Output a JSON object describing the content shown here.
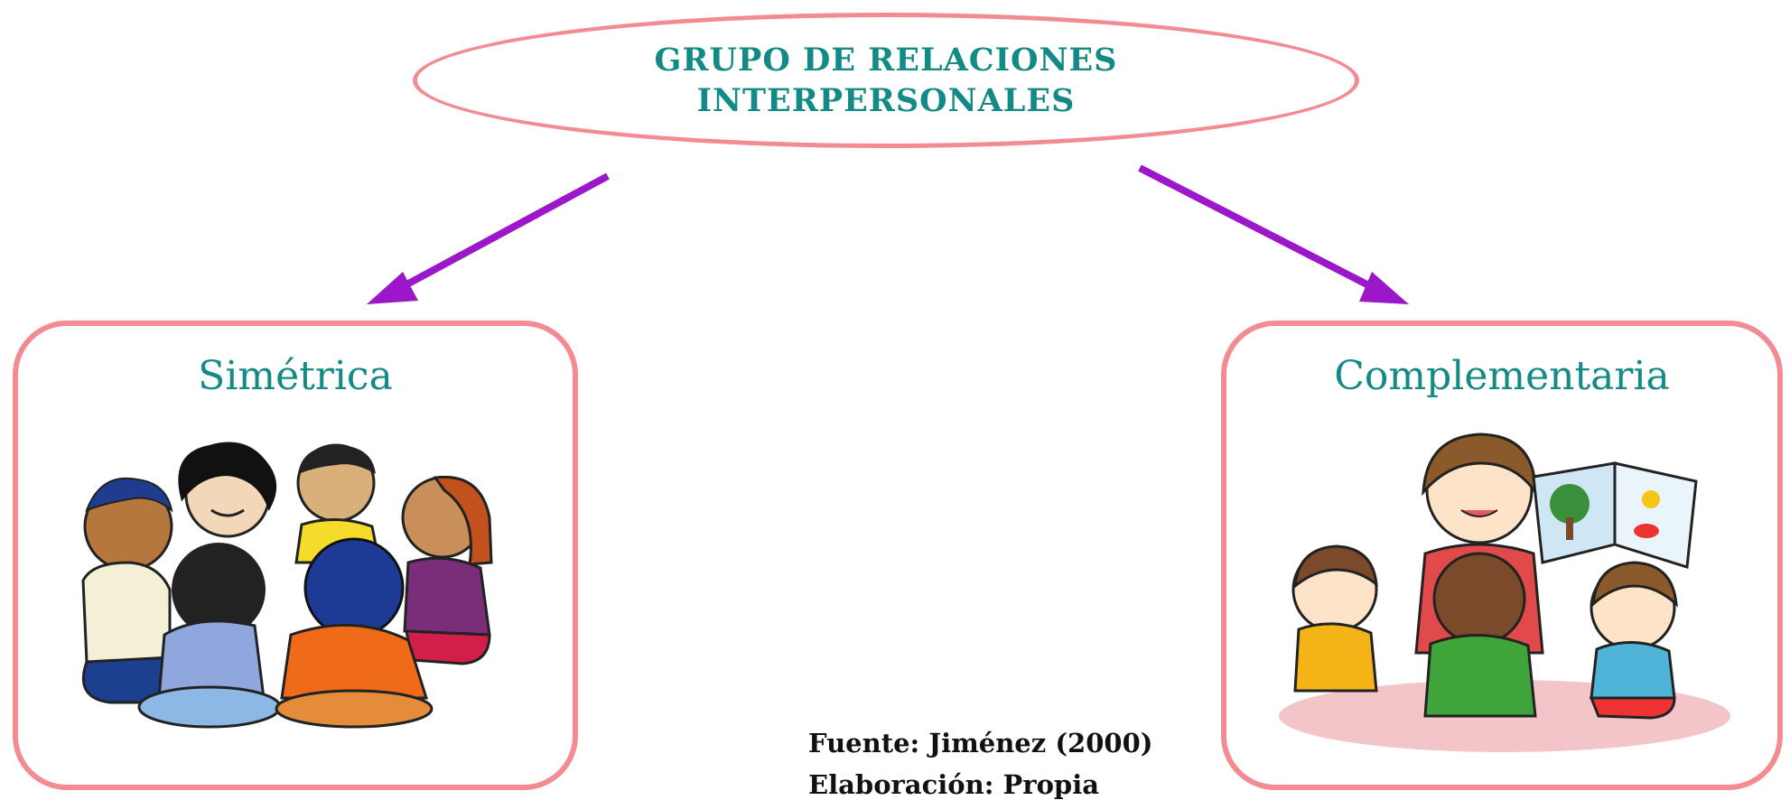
{
  "diagram": {
    "title_line1": "GRUPO DE RELACIONES",
    "title_line2": "INTERPERSONALES",
    "left_box": {
      "label": "Simétrica",
      "image": "children-circle-illustration"
    },
    "right_box": {
      "label": "Complementaria",
      "image": "teacher-reading-to-children-illustration"
    },
    "source": "Fuente: Jiménez (2000)",
    "credit": "Elaboración: Propia"
  },
  "colors": {
    "title_text": "#138a86",
    "border": "#f28c92",
    "arrow": "#9b17c9"
  }
}
